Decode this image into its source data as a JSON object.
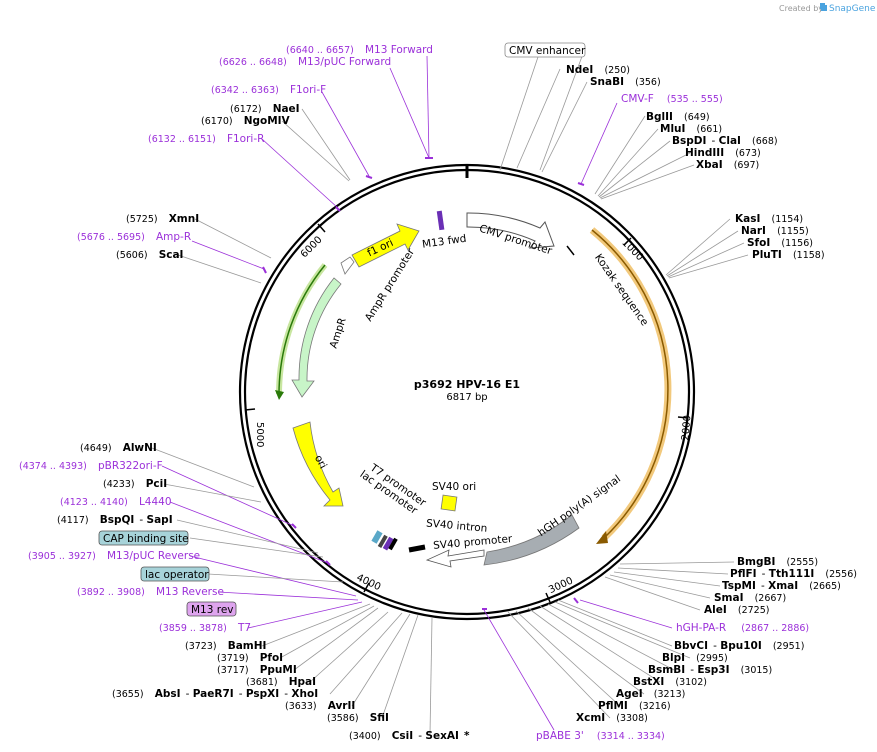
{
  "credit": {
    "prefix": "Created by",
    "brand": "SnapGene"
  },
  "plasmid": {
    "name": "p3692 HPV-16 E1",
    "length": "6817 bp"
  },
  "ticks": {
    "t1000": "1000",
    "t2000": "2000",
    "t3000": "3000",
    "t4000": "4000",
    "t5000": "5000",
    "t6000": "6000"
  },
  "features": {
    "m13fwd": "M13 fwd",
    "cmv_promoter": "CMV promoter",
    "kozak": "Kozak sequence",
    "f1ori": "f1 ori",
    "ampr_promoter": "AmpR promoter",
    "ampr": "AmpR",
    "ori": "ori",
    "t7_promoter": "T7 promoter",
    "lac_promoter": "lac promoter",
    "sv40_ori": "SV40 ori",
    "sv40_intron": "SV40 intron",
    "sv40_promoter": "SV40 promoter",
    "hgh_polya": "hGH poly(A) signal"
  },
  "labels": {
    "m13_forward": {
      "name": "M13 Forward",
      "pos": "(6640 .. 6657)"
    },
    "m13puc_forward": {
      "name": "M13/pUC Forward",
      "pos": "(6626 .. 6648)"
    },
    "f1ori_f": {
      "name": "F1ori-F",
      "pos": "(6342 .. 6363)"
    },
    "naei": {
      "name": "NaeI",
      "pos": "(6172)"
    },
    "ngomiv": {
      "name": "NgoMIV",
      "pos": "(6170)"
    },
    "f1ori_r": {
      "name": "F1ori-R",
      "pos": "(6132 .. 6151)"
    },
    "xmni": {
      "name": "XmnI",
      "pos": "(5725)"
    },
    "amp_r": {
      "name": "Amp-R",
      "pos": "(5676 .. 5695)"
    },
    "scai": {
      "name": "ScaI",
      "pos": "(5606)"
    },
    "cmv_enhancer": {
      "name": "CMV enhancer"
    },
    "ndei": {
      "name": "NdeI",
      "pos": "(250)"
    },
    "snabi": {
      "name": "SnaBI",
      "pos": "(356)"
    },
    "cmv_f": {
      "name": "CMV-F",
      "pos": "(535 .. 555)"
    },
    "bglii": {
      "name": "BglII",
      "pos": "(649)"
    },
    "mlui": {
      "name": "MluI",
      "pos": "(661)"
    },
    "bspdi": {
      "name": "BspDI",
      "sep": " - ",
      "name2": "ClaI",
      "pos": "(668)"
    },
    "hindiii": {
      "name": "HindIII",
      "pos": "(673)"
    },
    "xbai": {
      "name": "XbaI",
      "pos": "(697)"
    },
    "kasi": {
      "name": "KasI",
      "pos": "(1154)"
    },
    "nari": {
      "name": "NarI",
      "pos": "(1155)"
    },
    "sfoi": {
      "name": "SfoI",
      "pos": "(1156)"
    },
    "pluti": {
      "name": "PluTI",
      "pos": "(1158)"
    },
    "alwni": {
      "name": "AlwNI",
      "pos": "(4649)"
    },
    "pbr322ori_f": {
      "name": "pBR322ori-F",
      "pos": "(4374 .. 4393)"
    },
    "pcii": {
      "name": "PciI",
      "pos": "(4233)"
    },
    "l4440": {
      "name": "L4440",
      "pos": "(4123 .. 4140)"
    },
    "bspqi": {
      "name": "BspQI",
      "sep": " - ",
      "name2": "SapI",
      "pos": "(4117)"
    },
    "cap": {
      "name": "CAP binding site"
    },
    "m13puc_reverse": {
      "name": "M13/pUC Reverse",
      "pos": "(3905 .. 3927)"
    },
    "lac_operator": {
      "name": "lac operator"
    },
    "m13_reverse": {
      "name": "M13 Reverse",
      "pos": "(3892 .. 3908)"
    },
    "m13_rev": {
      "name": "M13 rev"
    },
    "t7": {
      "name": "T7",
      "pos": "(3859 .. 3878)"
    },
    "bamhi": {
      "name": "BamHI",
      "pos": "(3723)"
    },
    "pfoi": {
      "name": "PfoI",
      "pos": "(3719)"
    },
    "ppumi": {
      "name": "PpuMI",
      "pos": "(3717)"
    },
    "hpai": {
      "name": "HpaI",
      "pos": "(3681)"
    },
    "absi": {
      "pos": "(3655)",
      "name": "AbsI",
      "s1": " - ",
      "n2": "PaeR7I",
      "s2": " - ",
      "n3": "PspXI",
      "s3": " - ",
      "n4": "XhoI"
    },
    "avrii": {
      "name": "AvrII",
      "pos": "(3633)"
    },
    "sfii": {
      "name": "SfiI",
      "pos": "(3586)"
    },
    "csii": {
      "pos": "(3400)",
      "name": "CsiI",
      "sep": " - ",
      "name2": "SexAI",
      "star": " *"
    },
    "pbabe3": {
      "name": "pBABE 3'",
      "pos": "(3314 .. 3334)"
    },
    "xcmi": {
      "name": "XcmI",
      "pos": "(3308)"
    },
    "pflmi": {
      "name": "PflMI",
      "pos": "(3216)"
    },
    "agei": {
      "name": "AgeI",
      "pos": "(3213)"
    },
    "bstxi": {
      "name": "BstXI",
      "pos": "(3102)"
    },
    "bsmbi": {
      "name": "BsmBI",
      "sep": " - ",
      "name2": "Esp3I",
      "pos": "(3015)"
    },
    "blpi": {
      "name": "BlpI",
      "pos": "(2995)"
    },
    "bbvci": {
      "name": "BbvCI",
      "sep": " - ",
      "name2": "Bpu10I",
      "pos": "(2951)"
    },
    "hgh_pa_r": {
      "name": "hGH-PA-R",
      "pos": "(2867 .. 2886)"
    },
    "alei": {
      "name": "AleI",
      "pos": "(2725)"
    },
    "smai": {
      "name": "SmaI",
      "pos": "(2667)"
    },
    "tspmi": {
      "name": "TspMI",
      "sep": " - ",
      "name2": "XmaI",
      "pos": "(2665)"
    },
    "pflfi": {
      "name": "PflFI",
      "sep": " - ",
      "name2": "Tth111I",
      "pos": "(2556)"
    },
    "bmgbi": {
      "name": "BmgBI",
      "pos": "(2555)"
    }
  }
}
